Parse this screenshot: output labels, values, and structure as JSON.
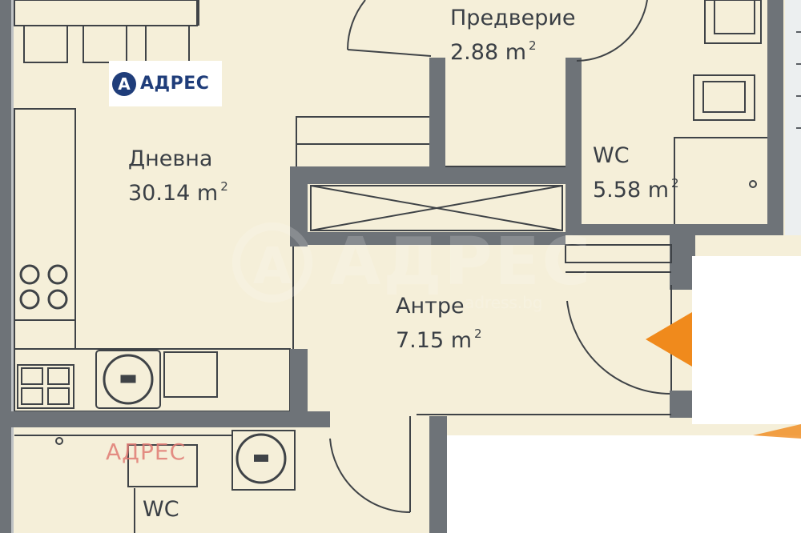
{
  "logo": {
    "glyph": "A",
    "text": "АДРЕС"
  },
  "watermark": {
    "glyph": "A",
    "text": "АДРЕС",
    "url": "adress.bg"
  },
  "watermark_small": {
    "text": "АДРЕС"
  },
  "rooms": {
    "living": {
      "name": "Дневна",
      "area": "30.14 m",
      "sup": "2"
    },
    "vestibule": {
      "name": "Предверие",
      "area": "2.88 m",
      "sup": "2"
    },
    "wc_top": {
      "name": "WC",
      "area": "5.58 m",
      "sup": "2"
    },
    "hall": {
      "name": "Антре",
      "area": "7.15 m",
      "sup": "2"
    },
    "wc_bottom": {
      "name": "WC"
    }
  },
  "colors": {
    "floor": "#f5efd9",
    "wall": "#6e7378",
    "line": "#3f4347",
    "accent": "#f08a1c",
    "logo_blue": "#1f3d7a"
  }
}
